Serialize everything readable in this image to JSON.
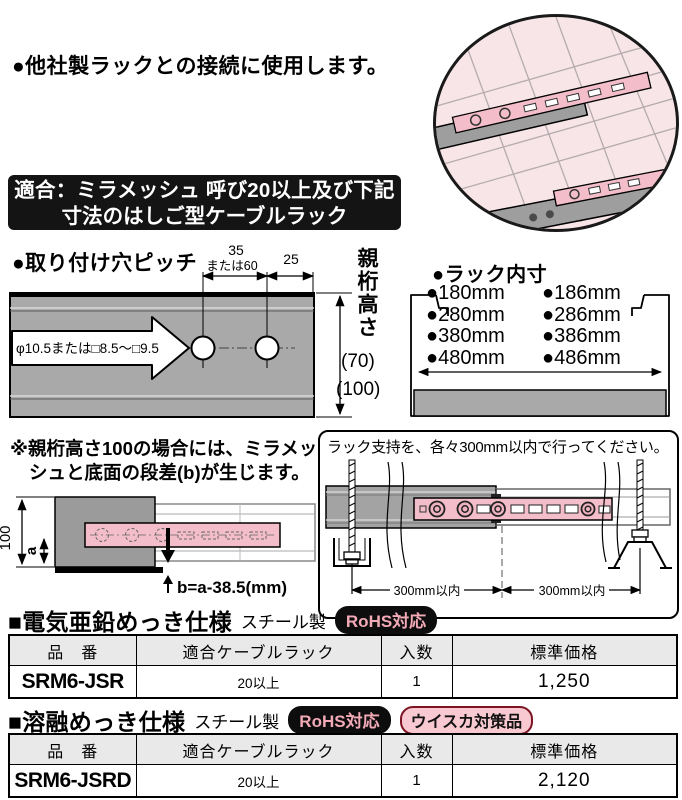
{
  "intro_text": "●他社製ラックとの接続に使用します。",
  "banner": {
    "line1": "適合：ミラメッシュ 呼び20以上及び下記",
    "line2": "寸法のはしご型ケーブルラック"
  },
  "hole_pitch": {
    "heading": "●取り付け穴ピッチ",
    "dim_35": "35",
    "dim_35b": "または60",
    "dim_25": "25",
    "hole_label": "φ10.5または□8.5～□9.5",
    "girder_label": "親桁高さ",
    "girder_70": "(70)",
    "girder_100": "(100)"
  },
  "rack_inner": {
    "heading": "●ラック内寸",
    "rows": [
      [
        "●180mm",
        "●186mm"
      ],
      [
        "●280mm",
        "●286mm"
      ],
      [
        "●380mm",
        "●386mm"
      ],
      [
        "●480mm",
        "●486mm"
      ]
    ]
  },
  "note": {
    "line1": "※親桁高さ100の場合には、ミラメッ",
    "line2": "シュと底面の段差(b)が生じます。"
  },
  "step_diagram": {
    "dim_100": "100",
    "dim_a": "a",
    "formula": "b=a-38.5(mm)"
  },
  "support_box": {
    "caption": "ラック支持を、各々300mm以内で行ってください。",
    "dim_left": "300mm以内",
    "dim_right": "300mm以内"
  },
  "section_zinc": {
    "title": "■電気亜鉛めっき仕様",
    "material": "スチール製",
    "rohs_badge": "RoHS対応"
  },
  "section_hotdip": {
    "title": "■溶融めっき仕様",
    "material": "スチール製",
    "rohs_badge": "RoHS対応",
    "whisker_badge": "ウイスカ対策品"
  },
  "table_zinc": {
    "headers": [
      "品　番",
      "適合ケーブルラック",
      "入数",
      "標準価格"
    ],
    "row": {
      "part_no": "SRM6-JSR",
      "rack": "20以上",
      "qty": "1",
      "price": "1,250"
    }
  },
  "table_hotdip": {
    "headers": [
      "品　番",
      "適合ケーブルラック",
      "入数",
      "標準価格"
    ],
    "row": {
      "part_no": "SRM6-JSRD",
      "rack": "20以上",
      "qty": "1",
      "price": "2,120"
    }
  },
  "colors": {
    "joint_pink": "#f3bdc9",
    "circle_bg": "#f8e5e8",
    "rack_gray": "#a9a9a9",
    "banner_bg": "#141414",
    "rohs_text_pink": "#f2aab6",
    "whisker_bg": "#f8c9d0",
    "whisker_border": "#7c1423",
    "table_header_bg": "#e9e9e9"
  }
}
